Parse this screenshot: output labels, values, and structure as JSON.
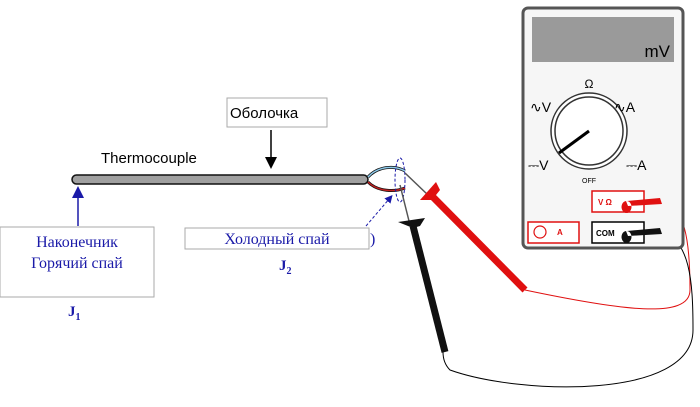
{
  "labels": {
    "thermocouple": "Thermocouple",
    "sheath": "Оболочка",
    "tip_line1": "Наконечник",
    "tip_line2": "Горячий спай",
    "j1": "J",
    "j1_sub": "1",
    "cold_junction": "Холодный спай",
    "cold_paren": ")",
    "j2": "J",
    "j2_sub": "2"
  },
  "multimeter": {
    "display_unit": "mV",
    "dial_labels": {
      "ohm": "Ω",
      "ac_v": "∿V",
      "ac_a": "∿A",
      "dc_v": "⎓V",
      "dc_a": "⎓A",
      "off": "OFF"
    },
    "jacks": {
      "v_ohm": "V Ω",
      "com": "COM",
      "amp": "A"
    }
  },
  "colors": {
    "annotation": "#1a1aa8",
    "probe_red": "#e01010",
    "display": "#9a9a9a",
    "rod": "#a0a0a0"
  }
}
